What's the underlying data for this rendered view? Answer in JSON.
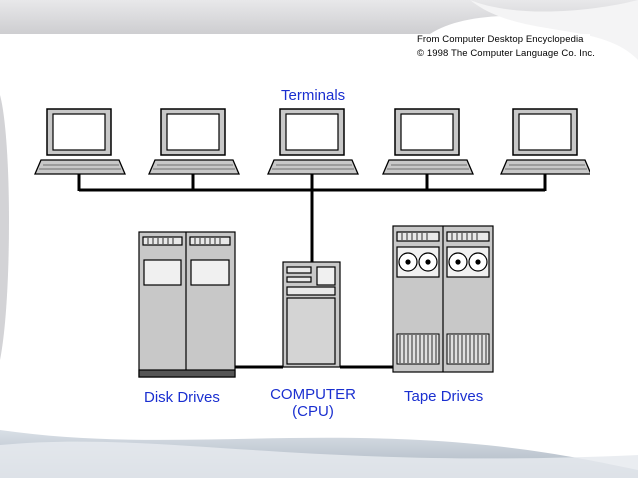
{
  "credits": {
    "line1": "From Computer Desktop Encyclopedia",
    "line2": "© 1998 The Computer Language Co. Inc."
  },
  "labels": {
    "terminals": "Terminals",
    "disk_drives": "Disk Drives",
    "computer_line1": "COMPUTER",
    "computer_line2": "(CPU)",
    "tape_drives": "Tape Drives"
  },
  "colors": {
    "label_blue": "#1a2fd0",
    "device_gray": "#c8c8c8",
    "screen_white": "#ffffff",
    "line_black": "#000000",
    "slide_bg": "#ffffff"
  }
}
